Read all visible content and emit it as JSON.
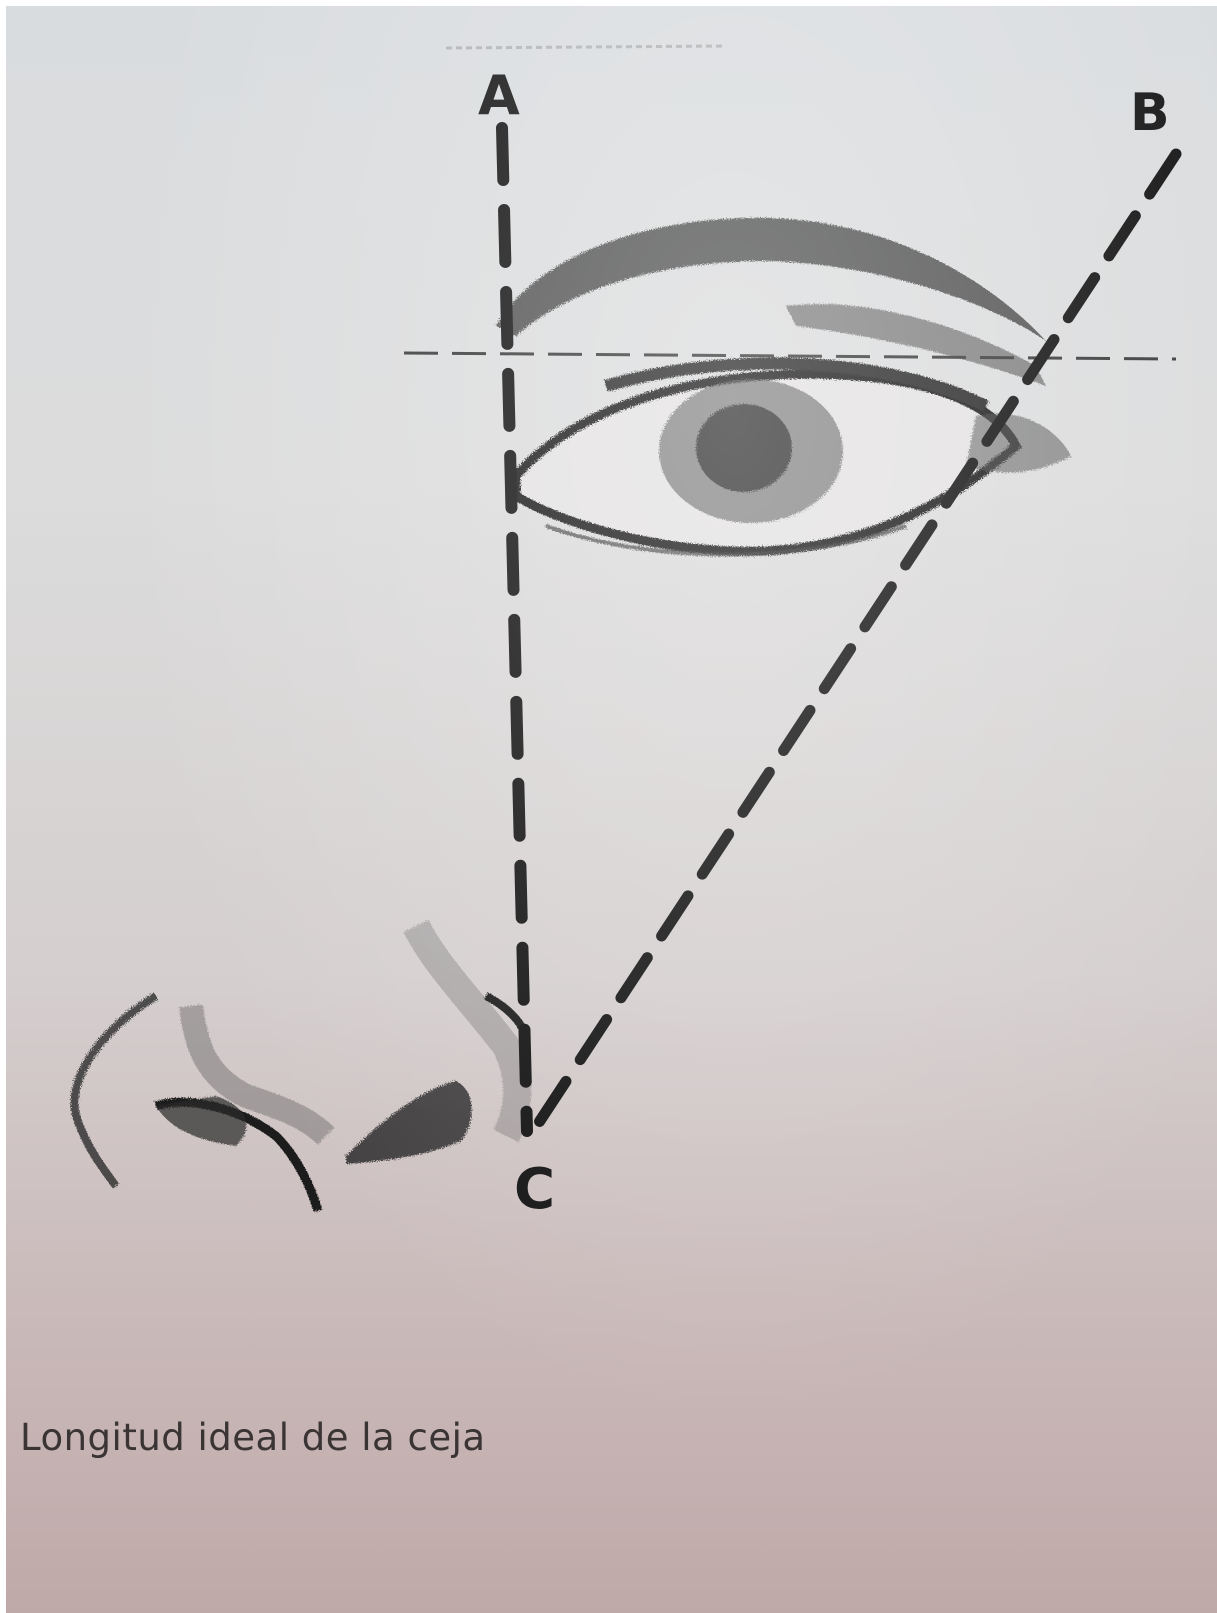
{
  "diagram": {
    "points": {
      "a": "A",
      "b": "B",
      "c": "C"
    },
    "caption": "Longitud ideal de la ceja",
    "colors": {
      "paper": "#d9dcdf",
      "ink": "#141414",
      "caption": "#3a3434"
    }
  }
}
